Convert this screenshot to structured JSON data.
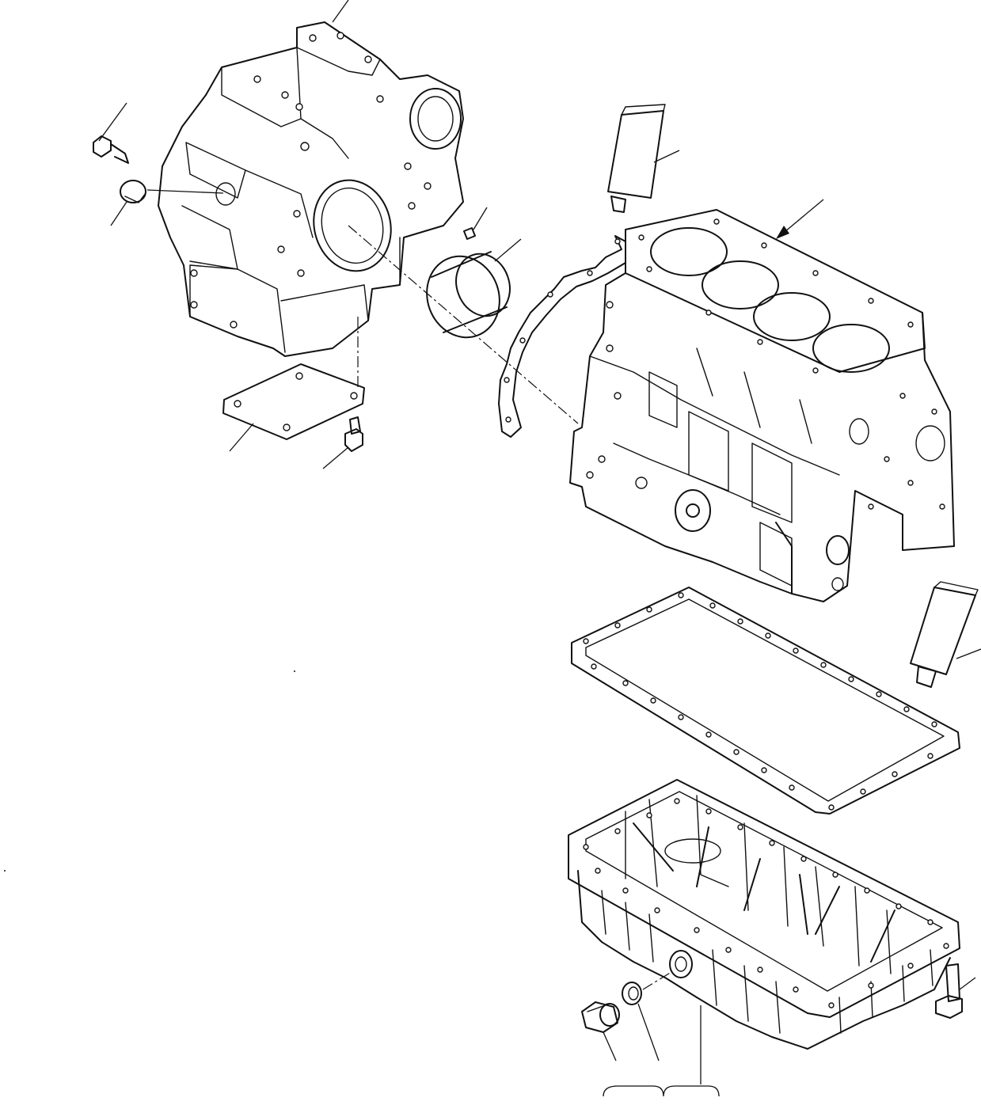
{
  "diagram": {
    "parts": [
      {
        "name": "flywheel-housing",
        "label": ""
      },
      {
        "name": "housing-bolt",
        "label": ""
      },
      {
        "name": "plug-cap",
        "label": ""
      },
      {
        "name": "dowel-pin",
        "label": ""
      },
      {
        "name": "oil-seal-ring",
        "label": ""
      },
      {
        "name": "sealant-tube-upper",
        "label": ""
      },
      {
        "name": "cylinder-block",
        "label": ""
      },
      {
        "name": "rear-gasket",
        "label": ""
      },
      {
        "name": "cover-plate",
        "label": ""
      },
      {
        "name": "cover-bolt",
        "label": ""
      },
      {
        "name": "oil-pan-gasket",
        "label": ""
      },
      {
        "name": "sealant-tube-lower",
        "label": ""
      },
      {
        "name": "oil-pan",
        "label": ""
      },
      {
        "name": "drain-plug",
        "label": ""
      },
      {
        "name": "drain-washer",
        "label": ""
      },
      {
        "name": "oil-pan-bolt",
        "label": ""
      }
    ],
    "colors": {
      "line": "#111111",
      "background": "#ffffff"
    }
  }
}
